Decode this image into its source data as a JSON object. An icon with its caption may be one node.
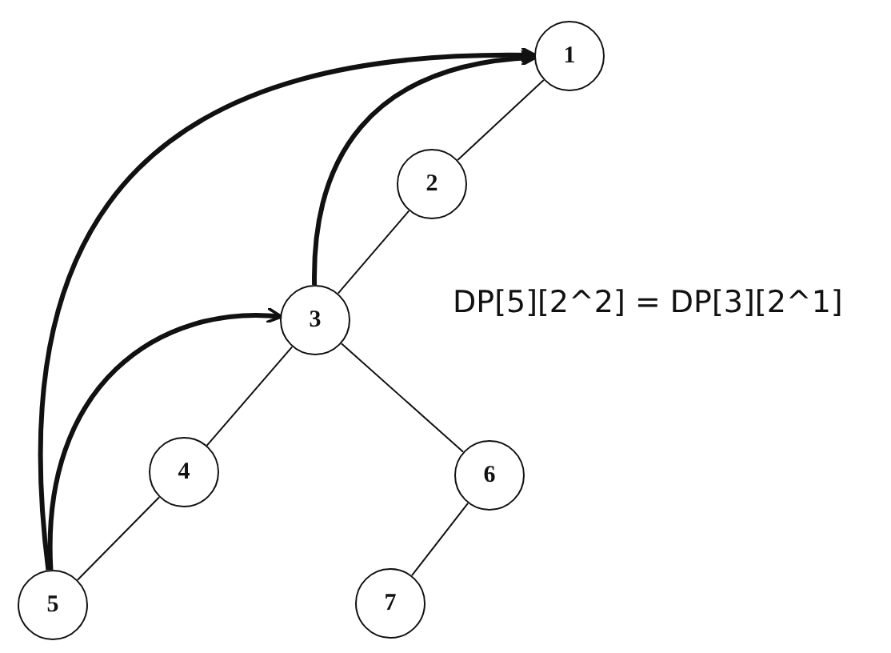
{
  "diagram": {
    "nodes": [
      {
        "text": [
          "1"
        ]
      },
      {
        "text": [
          "2"
        ]
      },
      {
        "text": [
          "3"
        ]
      },
      {
        "text": [
          "4"
        ]
      },
      {
        "text": [
          "5"
        ]
      },
      {
        "text": [
          "6"
        ]
      },
      {
        "text": [
          "7"
        ]
      }
    ],
    "edges": [
      {
        "from": 0,
        "to": 1,
        "arrow": "none"
      },
      {
        "from": 1,
        "to": 2,
        "arrow": "none"
      },
      {
        "from": 2,
        "to": 3,
        "arrow": "none"
      },
      {
        "from": 3,
        "to": 4,
        "arrow": "none"
      },
      {
        "from": 2,
        "to": 5,
        "arrow": "none"
      },
      {
        "from": 5,
        "to": 6,
        "arrow": "none"
      },
      {
        "from": 4,
        "to": 0,
        "arrow": "to",
        "style": "thick"
      },
      {
        "from": 4,
        "to": 2,
        "arrow": "to",
        "style": "thick"
      },
      {
        "from": 2,
        "to": 0,
        "arrow": "to",
        "style": "thick"
      }
    ],
    "labels": [
      "DP[5][2^2] = DP[3][2^1]"
    ]
  }
}
